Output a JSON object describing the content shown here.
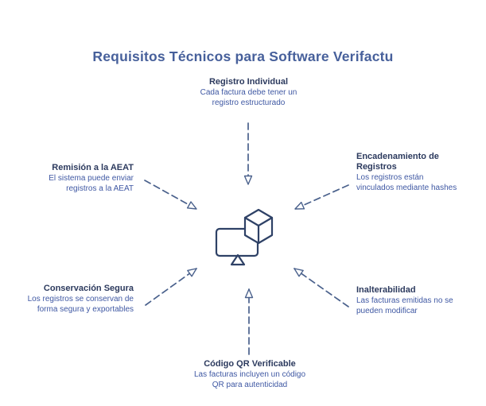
{
  "title": "Requisitos Técnicos para Software Verifactu",
  "colors": {
    "background": "#ffffff",
    "title": "#47609b",
    "node_title": "#2c3a5e",
    "node_text": "#3f58a3",
    "arrow": "#4a618c",
    "icon": "#2e4166"
  },
  "center_icon": "monitor-with-cube",
  "nodes": [
    {
      "position": "top",
      "title": "Registro Individual",
      "description": "Cada factura debe tener un registro estructurado"
    },
    {
      "position": "upper-right",
      "title": "Encadenamiento de Registros",
      "description": "Los registros están vinculados mediante hashes"
    },
    {
      "position": "lower-right",
      "title": "Inalterabilidad",
      "description": "Las facturas emitidas no se pueden modificar"
    },
    {
      "position": "bottom",
      "title": "Código QR Verificable",
      "description": "Las facturas incluyen un código QR para autenticidad"
    },
    {
      "position": "lower-left",
      "title": "Conservación Segura",
      "description": "Los registros se conservan de forma segura y exportables"
    },
    {
      "position": "upper-left",
      "title": "Remisión a la AEAT",
      "description": "El sistema puede enviar registros a la AEAT"
    }
  ]
}
